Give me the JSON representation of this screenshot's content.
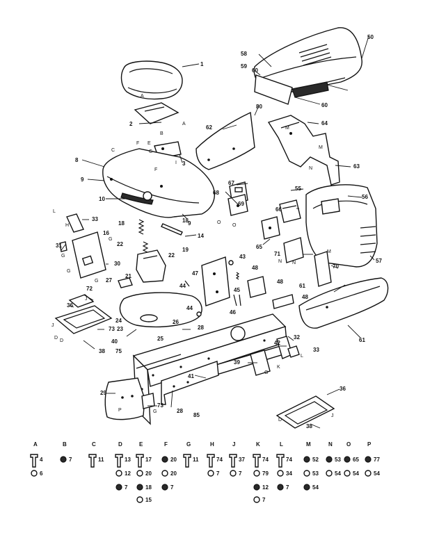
{
  "callouts": [
    {
      "id": "c1",
      "text": "1"
    },
    {
      "id": "c2",
      "text": "2"
    },
    {
      "id": "c3",
      "text": "3"
    },
    {
      "id": "c8",
      "text": "8"
    },
    {
      "id": "c9a",
      "text": "9"
    },
    {
      "id": "c9b",
      "text": "9"
    },
    {
      "id": "c10",
      "text": "10"
    },
    {
      "id": "c14",
      "text": "14"
    },
    {
      "id": "c16",
      "text": "16"
    },
    {
      "id": "c18a",
      "text": "18"
    },
    {
      "id": "c18b",
      "text": "18"
    },
    {
      "id": "c19",
      "text": "19"
    },
    {
      "id": "c21",
      "text": "21"
    },
    {
      "id": "c22a",
      "text": "22"
    },
    {
      "id": "c22b",
      "text": "22"
    },
    {
      "id": "c23",
      "text": "23"
    },
    {
      "id": "c24",
      "text": "24"
    },
    {
      "id": "c25",
      "text": "25"
    },
    {
      "id": "c26",
      "text": "26"
    },
    {
      "id": "c27",
      "text": "27"
    },
    {
      "id": "c28a",
      "text": "28"
    },
    {
      "id": "c28b",
      "text": "28"
    },
    {
      "id": "c29",
      "text": "29"
    },
    {
      "id": "c30",
      "text": "30"
    },
    {
      "id": "c31",
      "text": "31"
    },
    {
      "id": "c32",
      "text": "32"
    },
    {
      "id": "c33a",
      "text": "33"
    },
    {
      "id": "c33b",
      "text": "33"
    },
    {
      "id": "c36a",
      "text": "36"
    },
    {
      "id": "c36b",
      "text": "36"
    },
    {
      "id": "c38a",
      "text": "38"
    },
    {
      "id": "c38b",
      "text": "38"
    },
    {
      "id": "c39",
      "text": "39"
    },
    {
      "id": "c40",
      "text": "40"
    },
    {
      "id": "c41",
      "text": "41"
    },
    {
      "id": "c42",
      "text": "42"
    },
    {
      "id": "c43",
      "text": "43"
    },
    {
      "id": "c44a",
      "text": "44"
    },
    {
      "id": "c44b",
      "text": "44"
    },
    {
      "id": "c45",
      "text": "45"
    },
    {
      "id": "c46",
      "text": "46"
    },
    {
      "id": "c47",
      "text": "47"
    },
    {
      "id": "c48a",
      "text": "48"
    },
    {
      "id": "c48b",
      "text": "48"
    },
    {
      "id": "c48c",
      "text": "48"
    },
    {
      "id": "c50",
      "text": "50"
    },
    {
      "id": "c55",
      "text": "55"
    },
    {
      "id": "c56",
      "text": "56"
    },
    {
      "id": "c57",
      "text": "57"
    },
    {
      "id": "c58",
      "text": "58"
    },
    {
      "id": "c59",
      "text": "59"
    },
    {
      "id": "c60a",
      "text": "60"
    },
    {
      "id": "c60b",
      "text": "60"
    },
    {
      "id": "c61a",
      "text": "61"
    },
    {
      "id": "c61b",
      "text": "61"
    },
    {
      "id": "c62",
      "text": "62"
    },
    {
      "id": "c63",
      "text": "63"
    },
    {
      "id": "c64",
      "text": "64"
    },
    {
      "id": "c65",
      "text": "65"
    },
    {
      "id": "c66",
      "text": "66"
    },
    {
      "id": "c67",
      "text": "67"
    },
    {
      "id": "c68",
      "text": "68"
    },
    {
      "id": "c69",
      "text": "69"
    },
    {
      "id": "c70",
      "text": "70"
    },
    {
      "id": "c71",
      "text": "71"
    },
    {
      "id": "c72",
      "text": "72"
    },
    {
      "id": "c73a",
      "text": "73"
    },
    {
      "id": "c73b",
      "text": "73"
    },
    {
      "id": "c75",
      "text": "75"
    },
    {
      "id": "c80",
      "text": "80"
    },
    {
      "id": "c85",
      "text": "85"
    }
  ],
  "letters": [
    {
      "id": "lA1",
      "text": "A"
    },
    {
      "id": "lA2",
      "text": "A"
    },
    {
      "id": "lB1",
      "text": "B"
    },
    {
      "id": "lC1",
      "text": "C"
    },
    {
      "id": "lC2",
      "text": "C"
    },
    {
      "id": "lE1",
      "text": "E"
    },
    {
      "id": "lF1",
      "text": "F"
    },
    {
      "id": "lF2",
      "text": "F"
    },
    {
      "id": "lH1",
      "text": "H"
    },
    {
      "id": "lL1",
      "text": "L"
    },
    {
      "id": "lL2",
      "text": "L"
    },
    {
      "id": "lG1",
      "text": "G"
    },
    {
      "id": "lG2",
      "text": "G"
    },
    {
      "id": "lG3",
      "text": "G"
    },
    {
      "id": "lG4",
      "text": "G"
    },
    {
      "id": "lG5",
      "text": "G"
    },
    {
      "id": "lG6",
      "text": "G"
    },
    {
      "id": "lM1",
      "text": "M"
    },
    {
      "id": "lM2",
      "text": "M"
    },
    {
      "id": "lM3",
      "text": "M"
    },
    {
      "id": "lN1",
      "text": "N"
    },
    {
      "id": "lN2",
      "text": "N"
    },
    {
      "id": "lN3",
      "text": "N"
    },
    {
      "id": "lO1",
      "text": "O"
    },
    {
      "id": "lO2",
      "text": "O"
    },
    {
      "id": "lJ1",
      "text": "J"
    },
    {
      "id": "lJ2",
      "text": "J"
    },
    {
      "id": "lJ3",
      "text": "J"
    },
    {
      "id": "lD1",
      "text": "D"
    },
    {
      "id": "lD2",
      "text": "D"
    },
    {
      "id": "lD3",
      "text": "D"
    },
    {
      "id": "lK1",
      "text": "K"
    },
    {
      "id": "lI1",
      "text": "I"
    },
    {
      "id": "lP1",
      "text": "P"
    }
  ],
  "hardware_legend": [
    {
      "letter": "A",
      "parts": [
        "4",
        "6"
      ]
    },
    {
      "letter": "B",
      "parts": [
        "7"
      ]
    },
    {
      "letter": "C",
      "parts": [
        "11"
      ]
    },
    {
      "letter": "D",
      "parts": [
        "13",
        "12",
        "7"
      ]
    },
    {
      "letter": "E",
      "parts": [
        "17",
        "20",
        "18",
        "15"
      ]
    },
    {
      "letter": "F",
      "parts": [
        "20",
        "20",
        "7"
      ]
    },
    {
      "letter": "G",
      "parts": [
        "11"
      ]
    },
    {
      "letter": "H",
      "parts": [
        "74",
        "7"
      ]
    },
    {
      "letter": "J",
      "parts": [
        "37",
        "7"
      ]
    },
    {
      "letter": "K",
      "parts": [
        "74",
        "79",
        "12",
        "7"
      ]
    },
    {
      "letter": "L",
      "parts": [
        "74",
        "34",
        "7"
      ]
    },
    {
      "letter": "M",
      "parts": [
        "52",
        "53",
        "54"
      ]
    },
    {
      "letter": "N",
      "parts": [
        "53",
        "54"
      ]
    },
    {
      "letter": "O",
      "parts": [
        "65",
        "54"
      ]
    },
    {
      "letter": "P",
      "parts": [
        "77",
        "54"
      ]
    }
  ]
}
